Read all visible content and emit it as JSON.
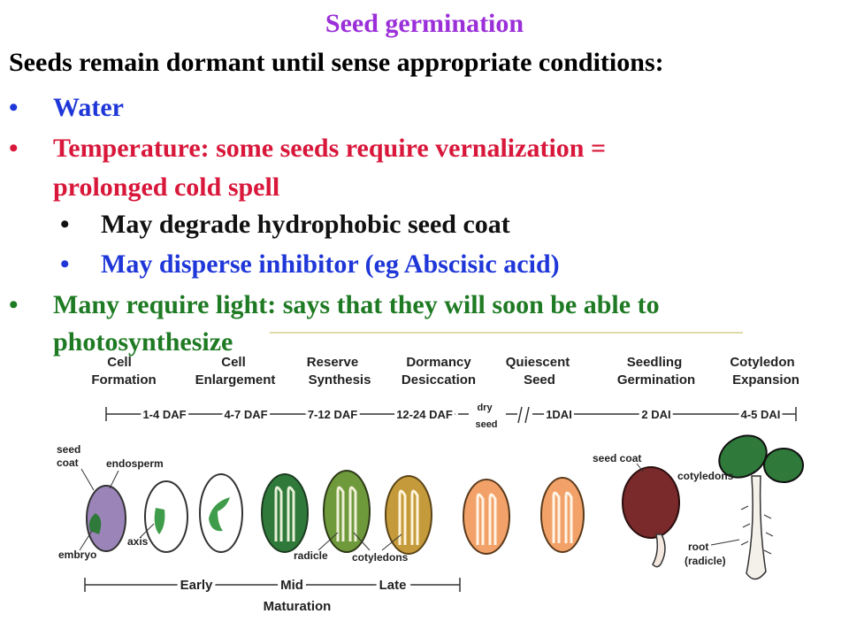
{
  "title": "Seed germination",
  "intro": "Seeds remain dormant until sense appropriate conditions:",
  "bullets": [
    {
      "text": "Water",
      "color": "#1f37d8"
    },
    {
      "text": "Temperature: some seeds require vernalization =",
      "text2": "prolonged cold spell",
      "color": "#d8173a"
    },
    {
      "text": "May degrade hydrophobic seed coat",
      "color": "#111111"
    },
    {
      "text": "May disperse inhibitor (eg Abscisic acid)",
      "color": "#1f37d8"
    },
    {
      "text": "Many require light: says that they will soon be able to",
      "text2": "photosynthesize",
      "color": "#1e7a23"
    }
  ],
  "bullet_glyph": "•",
  "diagram": {
    "stages": [
      {
        "l1": "Cell",
        "l2": "Formation"
      },
      {
        "l1": "Cell",
        "l2": "Enlargement"
      },
      {
        "l1": "Reserve",
        "l2": "Synthesis"
      },
      {
        "l1": "Dormancy",
        "l2": "Desiccation"
      },
      {
        "l1": "Quiescent",
        "l2": "Seed"
      },
      {
        "l1": "Seedling",
        "l2": "Germination"
      },
      {
        "l1": "Cotyledon",
        "l2": "Expansion"
      }
    ],
    "timeline": [
      "1-4 DAF",
      "4-7 DAF",
      "7-12 DAF",
      "12-24 DAF",
      "dry",
      "seed",
      "1DAI",
      "2 DAI",
      "4-5 DAI"
    ],
    "parts": {
      "seed_coat": "seed",
      "seed_coat2": "coat",
      "endosperm": "endosperm",
      "embryo": "embryo",
      "axis": "axis",
      "radicle": "radicle",
      "cotyledons": "cotyledons",
      "seed_coat_right": "seed coat",
      "cotyledons_right": "cotyledons",
      "root": "root",
      "root2": "(radicle)"
    },
    "phases": {
      "early": "Early",
      "mid": "Mid",
      "late": "Late",
      "maturation": "Maturation"
    }
  }
}
